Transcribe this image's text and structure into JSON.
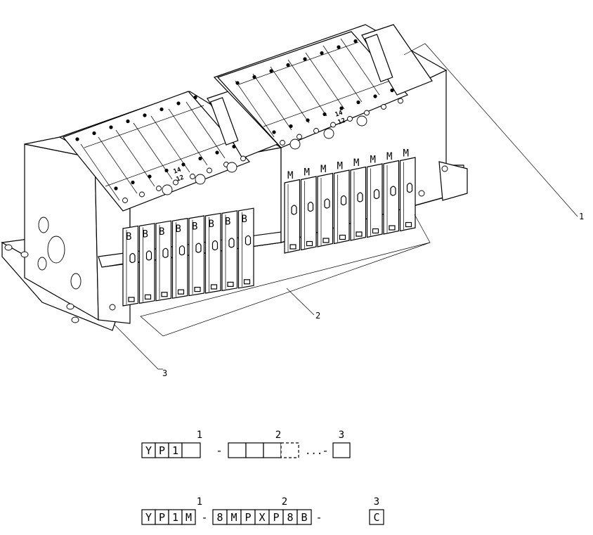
{
  "callouts": {
    "c1": "1",
    "c2": "2",
    "c3": "3"
  },
  "module_left": {
    "letters": [
      "B",
      "B",
      "B",
      "B",
      "B",
      "B",
      "B",
      "B"
    ],
    "label_14": "14",
    "label_12": "12"
  },
  "module_right": {
    "letters": [
      "M",
      "M",
      "M",
      "M",
      "M",
      "M",
      "M",
      "M"
    ],
    "label_14": "14",
    "label_12": "12"
  },
  "code_template": {
    "group_labels": [
      "1",
      "2",
      "3"
    ],
    "group1": [
      "Y",
      "P",
      "1",
      ""
    ],
    "group2": [
      "",
      "",
      ""
    ],
    "ellipsis": "...",
    "group3": [
      ""
    ],
    "dash": "-"
  },
  "code_example": {
    "group_labels": [
      "1",
      "2",
      "3"
    ],
    "group1": [
      "Y",
      "P",
      "1",
      "M"
    ],
    "group2": [
      "8",
      "M",
      "P",
      "X",
      "P",
      "8",
      "B"
    ],
    "group3": [
      "C"
    ],
    "dash": "-"
  }
}
